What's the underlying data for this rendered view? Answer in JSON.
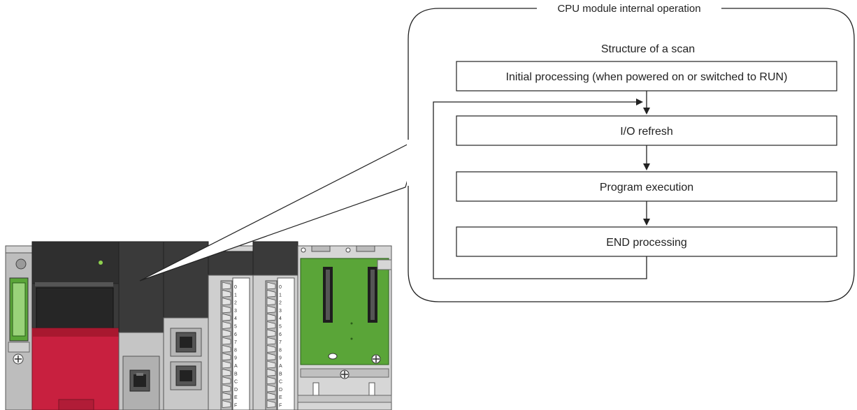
{
  "callout": {
    "title": "CPU module internal operation",
    "subtitle": "Structure of a scan"
  },
  "scan_steps": [
    {
      "label": "Initial processing (when powered on or switched to RUN)"
    },
    {
      "label": "I/O refresh"
    },
    {
      "label": "Program execution"
    },
    {
      "label": "END processing"
    }
  ],
  "hardware": {
    "io_channel_labels": [
      "0",
      "1",
      "2",
      "3",
      "4",
      "5",
      "6",
      "7",
      "8",
      "9",
      "A",
      "B",
      "C",
      "D",
      "E",
      "F"
    ]
  },
  "colors": {
    "cpu_red": "#c8203f",
    "module_dark": "#3c3c3c",
    "base_green": "#5aa538",
    "chassis_gray": "#cfcfcf",
    "outline": "#222222"
  }
}
